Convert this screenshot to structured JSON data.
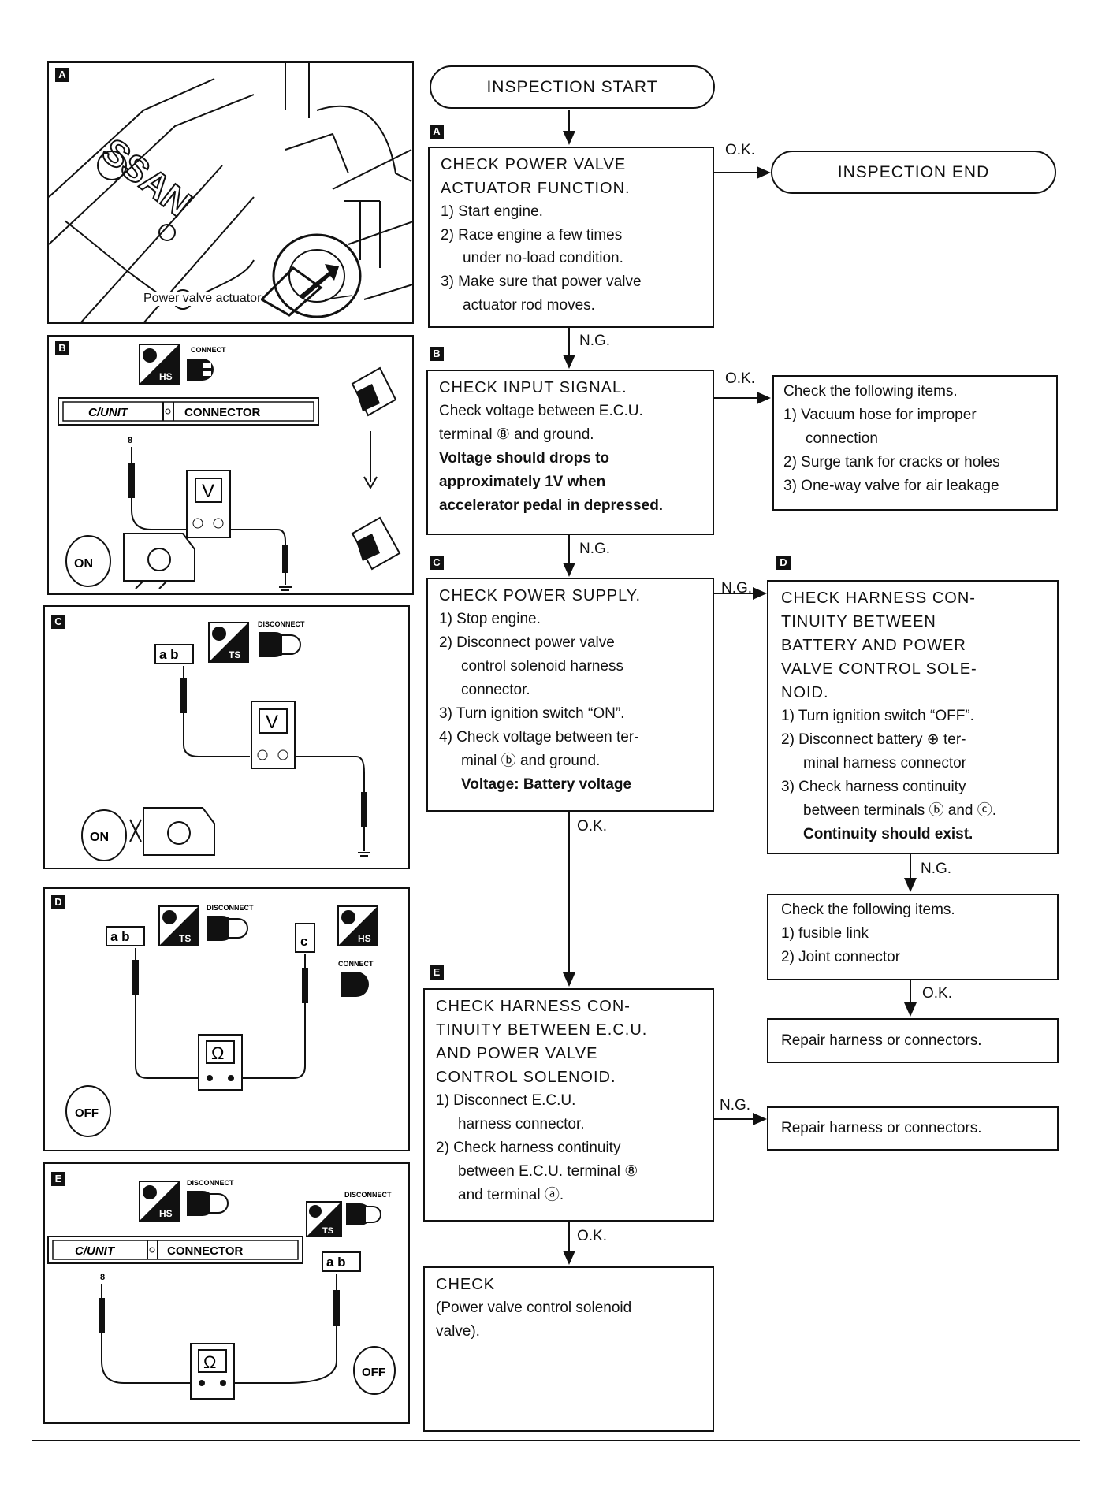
{
  "start": "INSPECTION START",
  "end": "INSPECTION END",
  "steps": {
    "a": {
      "tag": "A",
      "title": [
        "CHECK POWER VALVE",
        "ACTUATOR FUNCTION."
      ],
      "lines": [
        "1) Start engine.",
        "2) Race engine a few times",
        "under no-load condition.",
        "3) Make sure that power valve",
        "actuator rod moves."
      ]
    },
    "b": {
      "tag": "B",
      "title": [
        "CHECK INPUT SIGNAL."
      ],
      "lines": [
        "Check voltage between E.C.U.",
        "terminal ⑧ and ground."
      ],
      "bold": [
        "Voltage should drops to",
        "approximately 1V when",
        "accelerator pedal in depressed."
      ]
    },
    "b_ok": {
      "lines": [
        "Check the following items.",
        "1) Vacuum hose for improper",
        "connection",
        "2) Surge tank for cracks or holes",
        "3) One-way valve for air leakage"
      ]
    },
    "c": {
      "tag": "C",
      "title": [
        "CHECK POWER SUPPLY."
      ],
      "lines": [
        "1) Stop engine.",
        "2) Disconnect power valve",
        "control solenoid harness",
        "connector.",
        "3) Turn ignition switch “ON”.",
        "4) Check voltage between ter-",
        "minal ⓑ and ground."
      ],
      "bold": [
        "Voltage:  Battery voltage"
      ]
    },
    "d": {
      "tag": "D",
      "title": [
        "CHECK HARNESS CON-",
        "TINUITY BETWEEN",
        "BATTERY AND POWER",
        "VALVE CONTROL SOLE-",
        "NOID."
      ],
      "lines": [
        "1) Turn ignition switch “OFF”.",
        "2) Disconnect battery ⊕ ter-",
        "minal harness connector",
        "3) Check harness continuity",
        "between terminals ⓑ and ⓒ."
      ],
      "bold": [
        "Continuity should exist."
      ]
    },
    "d_ng": {
      "lines": [
        "Check the following items.",
        "1)           fusible link",
        "2) Joint connector"
      ]
    },
    "d_ok": {
      "text": "Repair harness or connectors."
    },
    "e": {
      "tag": "E",
      "title": [
        "CHECK HARNESS CON-",
        "TINUITY BETWEEN E.C.U.",
        "AND POWER VALVE",
        "CONTROL SOLENOID."
      ],
      "lines": [
        "1) Disconnect E.C.U.",
        "harness connector.",
        "2) Check harness continuity",
        "between E.C.U. terminal ⑧",
        "and terminal ⓐ."
      ]
    },
    "e_ng": {
      "text": "Repair harness or connectors."
    },
    "final": {
      "lines": [
        "CHECK",
        "(Power valve control solenoid",
        "valve)."
      ]
    }
  },
  "arrow_labels": {
    "ok": "O.K.",
    "ng": "N.G."
  },
  "panels": {
    "a": {
      "tag": "A",
      "caption": "Power valve actuator",
      "brand": "SSAN"
    },
    "b": {
      "tag": "B",
      "icon_code": "HS",
      "action": "CONNECT",
      "ecu_left": "C/UNIT",
      "ecu_right": "CONNECTOR",
      "pin": "8",
      "meter": "V",
      "key": "ON"
    },
    "c": {
      "tag": "C",
      "icon_code": "TS",
      "action": "DISCONNECT",
      "conn": "a b",
      "meter": "V",
      "key": "ON"
    },
    "d": {
      "tag": "D",
      "icon_code": "TS",
      "icon_code2": "HS",
      "action": "DISCONNECT",
      "action2": "CONNECT",
      "conn": "a b",
      "conn2": "c",
      "meter": "Ω",
      "key": "OFF"
    },
    "e": {
      "tag": "E",
      "icon_code": "HS",
      "icon_code2": "TS",
      "action": "DISCONNECT",
      "action2": "DISCONNECT",
      "ecu_left": "C/UNIT",
      "ecu_right": "CONNECTOR",
      "pin": "8",
      "conn": "a b",
      "meter": "Ω",
      "key": "OFF"
    }
  }
}
